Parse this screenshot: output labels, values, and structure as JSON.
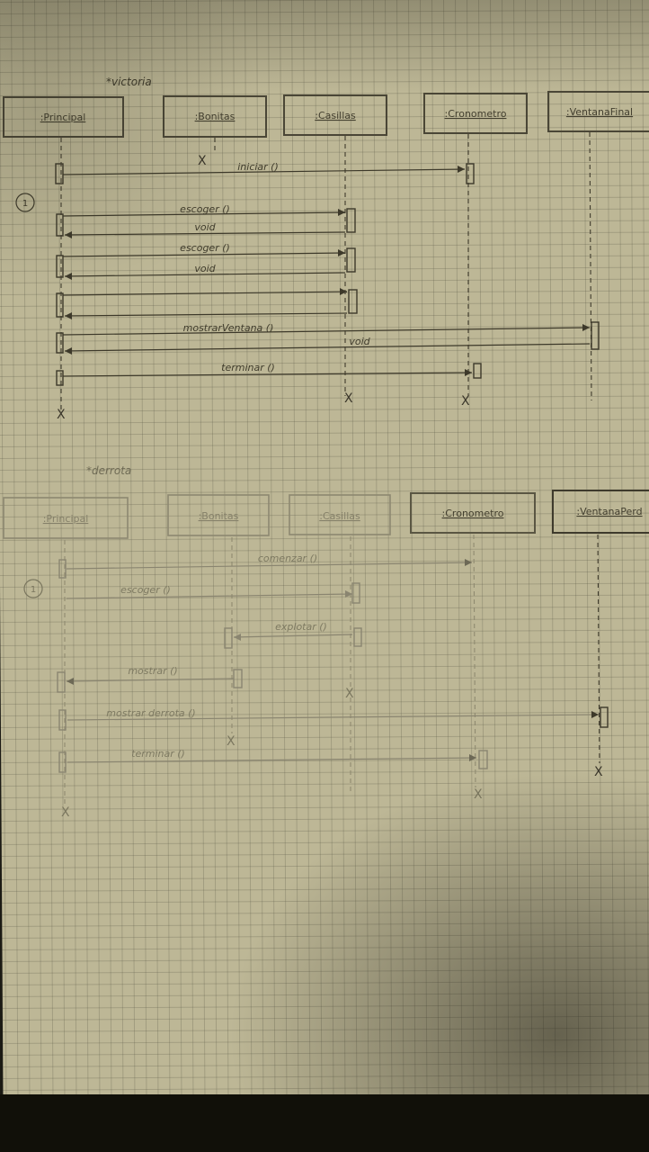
{
  "diagrams": [
    {
      "title": "*victoria",
      "step_number": "1",
      "objects": [
        ":Principal",
        ":Bonitas",
        ":Casillas",
        ":Cronometro",
        ":VentanaFinal"
      ],
      "messages": [
        {
          "label": "iniciar ()"
        },
        {
          "label": "escoger ()"
        },
        {
          "label": "void"
        },
        {
          "label": "escoger ()"
        },
        {
          "label": "void"
        },
        {
          "label": "mostrarVentana ()"
        },
        {
          "label": "void"
        },
        {
          "label": "terminar ()"
        }
      ],
      "destroy_mark": "X"
    },
    {
      "title": "*derrota",
      "step_number": "1",
      "objects": [
        ":Principal",
        ":Bonitas",
        ":Casillas",
        ":Cronometro",
        ":VentanaPerd"
      ],
      "messages": [
        {
          "label": "comenzar ()"
        },
        {
          "label": "escoger ()"
        },
        {
          "label": "explotar ()"
        },
        {
          "label": "mostrar ()"
        },
        {
          "label": "mostrar derrota ()"
        },
        {
          "label": "terminar ()"
        }
      ],
      "destroy_mark": "X"
    }
  ],
  "colors": {
    "paper": "#bdb796",
    "ink": "#3d392a",
    "faint_ink": "#8a8570"
  }
}
